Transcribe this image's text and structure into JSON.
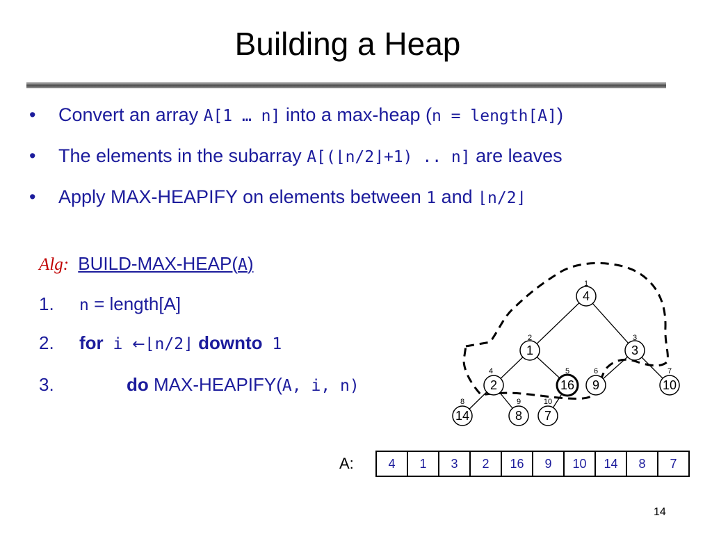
{
  "slide": {
    "title": "Building a Heap",
    "page_number": "14"
  },
  "bullets": [
    {
      "symbol": "•",
      "parts": [
        "Convert an array ",
        "A[1 … n]",
        " into a max-heap (",
        "n = length[A]",
        ")"
      ]
    },
    {
      "symbol": "•",
      "parts": [
        "The elements in the subarray ",
        "A[(⌊n/2⌋+1) .. n]",
        " are leaves"
      ]
    },
    {
      "symbol": "•",
      "parts": [
        "Apply MAX-HEAPIFY on elements between ",
        "1",
        " and ",
        "⌊n/2⌋"
      ]
    }
  ],
  "algorithm": {
    "label": "Alg:",
    "name": "BUILD-MAX-HEAP(",
    "param": "A",
    "close": ")",
    "lines": [
      {
        "num": "1.",
        "parts": [
          "n",
          " = length[A]"
        ]
      },
      {
        "num": "2.",
        "kw1": "for",
        "var": " i ",
        "arrow": "←",
        "range": "⌊n/2⌋",
        "kw2": "downto",
        "end": " 1"
      },
      {
        "num": "3.",
        "kw": "do",
        "call": " MAX-HEAPIFY(",
        "args": "A",
        "rest": ", i, n)"
      }
    ]
  },
  "tree": {
    "nodes": [
      {
        "index": "1",
        "value": "4"
      },
      {
        "index": "2",
        "value": "1"
      },
      {
        "index": "3",
        "value": "3"
      },
      {
        "index": "4",
        "value": "2"
      },
      {
        "index": "5",
        "value": "16",
        "highlighted": true
      },
      {
        "index": "6",
        "value": "9"
      },
      {
        "index": "7",
        "value": "10"
      },
      {
        "index": "8",
        "value": "14"
      },
      {
        "index": "9",
        "value": "8"
      },
      {
        "index": "10",
        "value": "7"
      }
    ]
  },
  "array": {
    "label": "A:",
    "values": [
      "4",
      "1",
      "3",
      "2",
      "16",
      "9",
      "10",
      "14",
      "8",
      "7"
    ]
  },
  "colors": {
    "text_blue": "#1c1c9c",
    "alg_red": "#c00000",
    "title": "#000000"
  }
}
